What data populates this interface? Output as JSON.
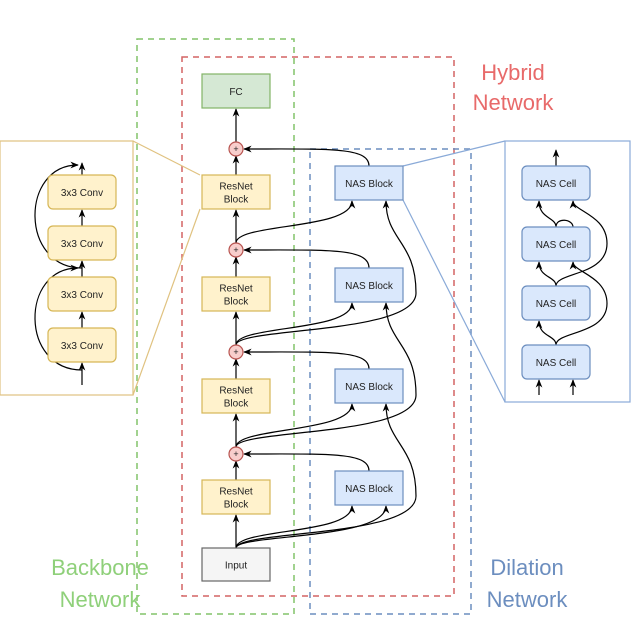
{
  "title_labels": {
    "hybrid": [
      "Hybrid",
      "Network"
    ],
    "backbone": [
      "Backbone",
      "Network"
    ],
    "dilation": [
      "Dilation",
      "Network"
    ]
  },
  "colors": {
    "backbone": "#82c46a",
    "hybrid": "#e06666",
    "dilation": "#6c8ebf",
    "resnet_fill": "#fff2cc",
    "resnet_stroke": "#d6b656",
    "nas_fill": "#dae8fc",
    "nas_stroke": "#6c8ebf",
    "fc_fill": "#d5e8d4",
    "fc_stroke": "#82b366",
    "input_fill": "#f5f5f5",
    "input_stroke": "#666666",
    "add_fill": "#f8cecc",
    "add_stroke": "#b85450"
  },
  "nodes": {
    "fc": "FC",
    "input": "Input",
    "add_symbol": "+",
    "resnet_blocks": [
      [
        "ResNet",
        "Block"
      ],
      [
        "ResNet",
        "Block"
      ],
      [
        "ResNet",
        "Block"
      ],
      [
        "ResNet",
        "Block"
      ]
    ],
    "nas_blocks": [
      "NAS Block",
      "NAS Block",
      "NAS Block",
      "NAS Block"
    ]
  },
  "resnet_detail": {
    "convs": [
      "3x3 Conv",
      "3x3 Conv",
      "3x3 Conv",
      "3x3 Conv"
    ]
  },
  "nas_detail": {
    "cells": [
      "NAS Cell",
      "NAS Cell",
      "NAS Cell",
      "NAS Cell"
    ]
  }
}
